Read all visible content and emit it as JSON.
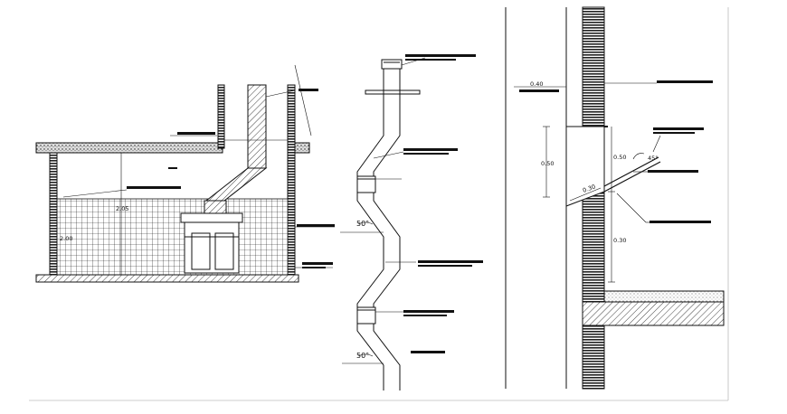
{
  "drawing": {
    "section_a": {
      "dim_height_1": "2.05",
      "dim_height_2": "2.00"
    },
    "section_b": {
      "angle_upper": "50°",
      "angle_lower": "50°"
    },
    "section_c": {
      "dim_top": "0.40",
      "dim_hood_height": "0.50",
      "dim_right_upper": "0.50",
      "dim_diagonal": "0.30",
      "dim_right_lower": "0.30",
      "angle_label": "45°"
    }
  },
  "colors": {
    "line": "#111111",
    "background": "#ffffff"
  }
}
